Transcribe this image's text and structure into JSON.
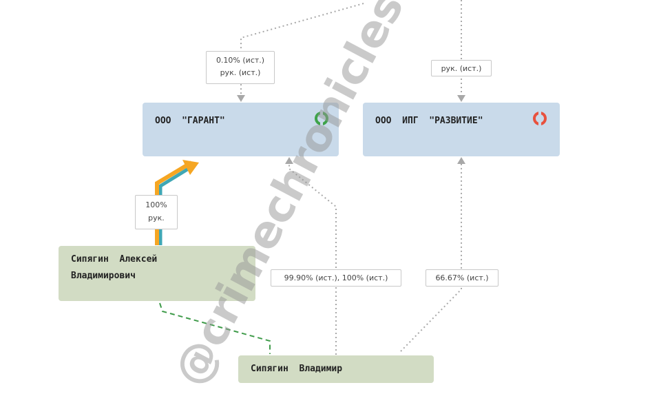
{
  "colors": {
    "company_fill": "#c9daea",
    "person_fill": "#d2dcc4",
    "edge_dotted": "#a8a8a8",
    "edge_highlight_orange": "#f5a623",
    "edge_highlight_teal": "#3fa7b5",
    "edge_relative": "#3f9b4a",
    "status_active": "#3ea34a",
    "status_inactive": "#e8513e"
  },
  "nodes": {
    "garant": {
      "label": "ООО  \"ГАРАНТ\"",
      "status_icon": "active-status-icon"
    },
    "razvitie": {
      "label": "ООО  ИПГ  \"РАЗВИТИЕ\"",
      "status_icon": "liquidated-status-icon"
    },
    "aleksey": {
      "label": "Сипягин  Алексей\nВладимирович"
    },
    "vladimir": {
      "label": "Сипягин  Владимир"
    }
  },
  "edge_labels": {
    "top_garant": "0.10% (ист.)\nрук. (ист.)",
    "top_razvitie": "рук. (ист.)",
    "aleksey_garant": "100%\nрук.",
    "vladimir_garant": "99.90% (ист.), 100% (ист.)",
    "vladimir_razvitie": "66.67% (ист.)"
  },
  "watermark": "@crimechronicles"
}
